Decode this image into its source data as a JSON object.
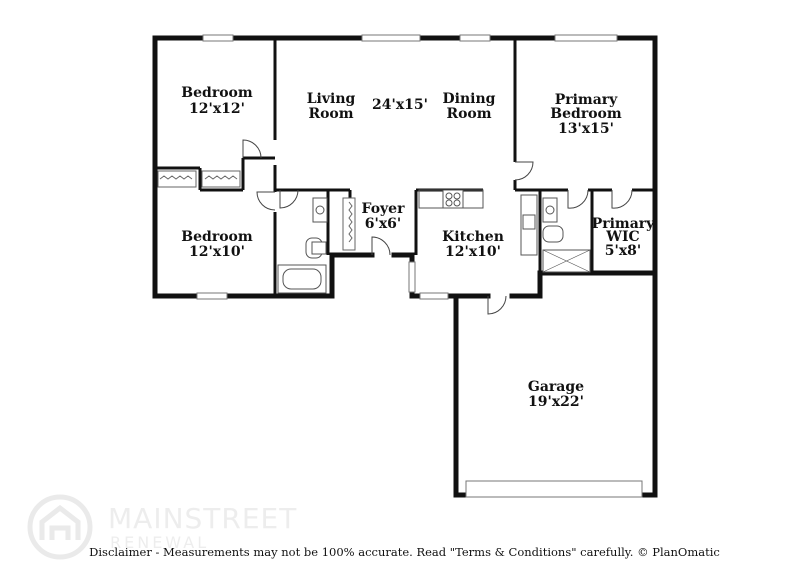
{
  "rooms": {
    "bedroom1_name": "Bedroom",
    "bedroom1_size": "12'x12'",
    "bedroom2_name": "Bedroom",
    "bedroom2_size": "12'x10'",
    "living_line1": "Living",
    "living_line2": "Room",
    "living_dining_size": "24'x15'",
    "dining_line1": "Dining",
    "dining_line2": "Room",
    "primary_bedroom_line1": "Primary",
    "primary_bedroom_line2": "Bedroom",
    "primary_bedroom_size": "13'x15'",
    "foyer_name": "Foyer",
    "foyer_size": "6'x6'",
    "kitchen_name": "Kitchen",
    "kitchen_size": "12'x10'",
    "primary_wic_line1": "Primary",
    "primary_wic_line2": "WIC",
    "primary_wic_size": "5'x8'",
    "garage_name": "Garage",
    "garage_size": "19'x22'"
  },
  "watermark": {
    "brand_line1": "MAINSTREET",
    "brand_line2": "RENEWAL",
    "icon": "house-logo-icon"
  },
  "disclaimer": "Disclaimer - Measurements may not be 100% accurate. Read \"Terms & Conditions\" carefully. © PlanOmatic",
  "colors": {
    "wall": "#111111",
    "fixture": "#555555",
    "watermark": "#e6e6e6"
  }
}
